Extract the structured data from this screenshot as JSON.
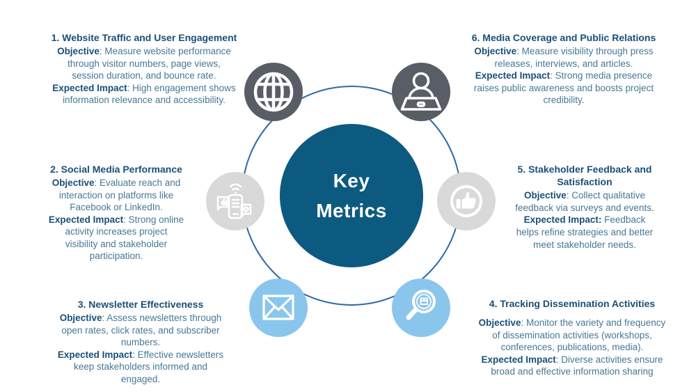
{
  "title": {
    "line1": "Key",
    "line2": "Metrics"
  },
  "colors": {
    "center_circle": "#0d5a81",
    "orbit_ring": "#2a69a9",
    "dark_icon_bg": "#595d66",
    "light_gray_icon_bg": "#d9d9d9",
    "light_blue_icon_bg": "#8ac6ec",
    "heading_text": "#1a4f78",
    "body_text": "#477795",
    "icon_glyph": "#ffffff"
  },
  "items": [
    {
      "icon": "globe-icon",
      "heading": "1. Website Traffic and User Engagement",
      "objective_label": "Objective",
      "objective_text": ": Measure website performance\nthrough visitor numbers, page views,\nsession duration, and bounce rate.",
      "impact_label": "Expected Impact",
      "impact_text": ": High engagement shows\ninformation relevance and accessibility."
    },
    {
      "icon": "smartphone-social-icon",
      "heading": "2. Social Media Performance",
      "objective_label": "Objective",
      "objective_text": ": Evaluate reach and\ninteraction on platforms like\nFacebook or LinkedIn.",
      "impact_label": "Expected Impact",
      "impact_text": ": Strong online\nactivity increases project\nvisibility and stakeholder\nparticipation."
    },
    {
      "icon": "envelope-icon",
      "heading": "3. Newsletter Effectiveness",
      "objective_label": "Objective",
      "objective_text": ": Assess newsletters through\nopen rates, click rates, and subscriber\nnumbers.",
      "impact_label": "Expected Impact",
      "impact_text": ": Effective newsletters\nkeep stakeholders informed and\nengaged."
    },
    {
      "icon": "magnifier-box-icon",
      "heading": "4. Tracking Dissemination Activities",
      "objective_label": "Objective",
      "objective_text": ": Monitor the variety and frequency\nof dissemination activities (workshops,\nconferences, publications, media).",
      "impact_label": "Expected Impact",
      "impact_text": ": Diverse activities ensure\nbroad and effective information sharing"
    },
    {
      "icon": "thumbs-up-icon",
      "heading": "5. Stakeholder Feedback and\nSatisfaction",
      "objective_label": "Objective",
      "objective_text": ": Collect qualitative\nfeedback via surveys and events.",
      "impact_label": "Expected Impact:",
      "impact_text": " Feedback\nhelps refine strategies and better\nmeet stakeholder needs."
    },
    {
      "icon": "person-laptop-icon",
      "heading": "6. Media Coverage and Public Relations",
      "objective_label": "Objective",
      "objective_text": ": Measure visibility through press\nreleases, interviews, and articles.",
      "impact_label": "Expected Impact",
      "impact_text": ": Strong media presence\nraises public awareness and boosts project\ncredibility."
    }
  ]
}
